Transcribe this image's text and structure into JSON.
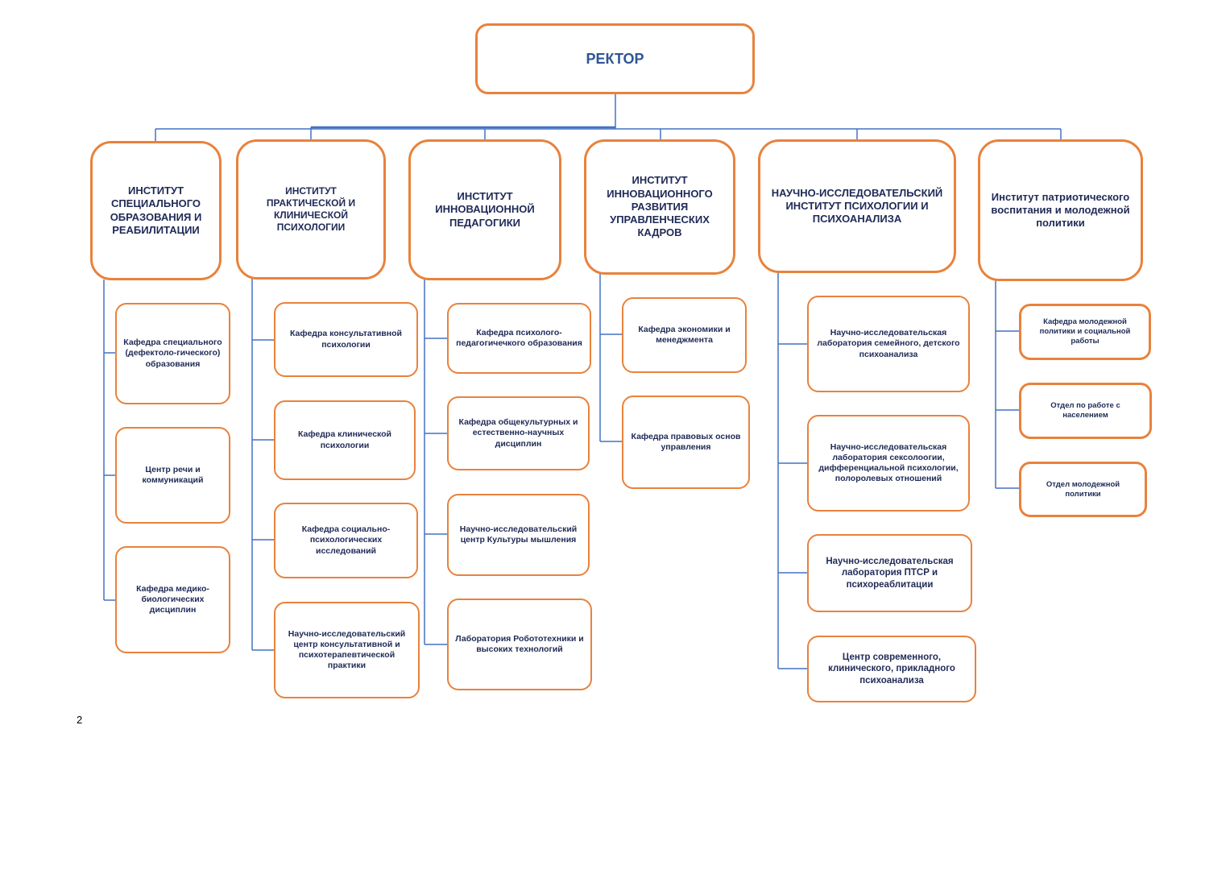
{
  "rector": "РЕКТОР",
  "institutes": [
    {
      "title": "ИНСТИТУТ СПЕЦИАЛЬНОГО ОБРАЗОВАНИЯ И РЕАБИЛИТАЦИИ",
      "units": [
        "Кафедра специального (дефектоло-гического) образования",
        "Центр речи и коммуникаций",
        "Кафедра медико-биологических дисциплин"
      ]
    },
    {
      "title": "ИНСТИТУТ ПРАКТИЧЕСКОЙ И КЛИНИЧЕСКОЙ ПСИХОЛОГИИ",
      "units": [
        "Кафедра консультативной психологии",
        "Кафедра клинической психологии",
        "Кафедра социально-психологических исследований",
        "Научно-исследовательский центр консультативной и психотерапевтической практики"
      ]
    },
    {
      "title": "ИНСТИТУТ ИННОВАЦИОННОЙ ПЕДАГОГИКИ",
      "units": [
        "Кафедра психолого-педагогичечкого образования",
        "Кафедра общекультурных и естественно-научных дисциплин",
        "Научно-исследовательский центр Культуры мышления",
        "Лаборатория Робототехники и высоких технологий"
      ]
    },
    {
      "title": "ИНСТИТУТ ИННОВАЦИОННОГО РАЗВИТИЯ УПРАВЛЕНЧЕСКИХ КАДРОВ",
      "units": [
        "Кафедра экономики и менеджмента",
        "Кафедра правовых основ управления"
      ]
    },
    {
      "title": "НАУЧНО-ИССЛЕДОВАТЕЛЬСКИЙ ИНСТИТУТ ПСИХОЛОГИИ И ПСИХОАНАЛИЗА",
      "units": [
        "Научно-исследовательская лаборатория семейного, детского психоанализа",
        "Научно-исследовательская лаборатория сексолоогии, дифференциальной психологии, полоролевых отношений",
        "Научно-исследовательская лаборатория ПТСР и психореаблитации",
        "Центр современного, клинического, прикладного психоанализа"
      ]
    },
    {
      "title": "Институт патриотического воспитания и молодежной политики",
      "units": [
        "Кафедра молодежной политики и социальной работы",
        "Отдел по работе с населением",
        "Отдел молодежной политики"
      ]
    }
  ],
  "page_number": "2",
  "colors": {
    "box_border": "#e8823c",
    "connector": "#4472c4",
    "text": "#1f2a56",
    "rector_text": "#2f5597"
  }
}
